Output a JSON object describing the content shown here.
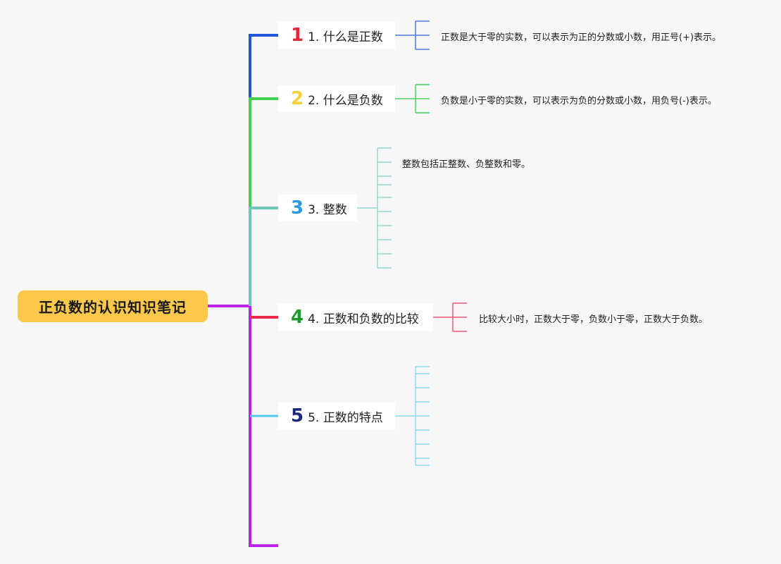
{
  "root": {
    "title": "正负数的认识知识笔记"
  },
  "topics": [
    {
      "badge": "1",
      "label": "1. 什么是正数",
      "color": "#2255dd",
      "badge_color": "#e02a3a",
      "note": "正数是大于零的实数，可以表示为正的分数或小数，用正号(+)表示。"
    },
    {
      "badge": "2",
      "label": "2. 什么是负数",
      "color": "#3fcf52",
      "badge_color": "#f5cf3a",
      "note": "负数是小于零的实数，可以表示为负的分数或小数，用负号(-)表示。"
    },
    {
      "badge": "3",
      "label": "3. 整数",
      "color": "#6cc7b8",
      "badge_color": "#2a9be0",
      "note": "整数包括正整数、负整数和零。"
    },
    {
      "badge": "4",
      "label": "4. 正数和负数的比较",
      "color": "#ee2a4a",
      "badge_color": "#1f9a2e",
      "note": "比较大小时，正数大于零，负数小于零，正数大于负数。"
    },
    {
      "badge": "5",
      "label": "5. 正数的特点",
      "color": "#55c8f0",
      "badge_color": "#1c2a78",
      "note": ""
    }
  ],
  "colors": {
    "root_bg": "#fcc84c",
    "spine_bottom": "#bb22ee",
    "background": "#f7f7f7"
  }
}
